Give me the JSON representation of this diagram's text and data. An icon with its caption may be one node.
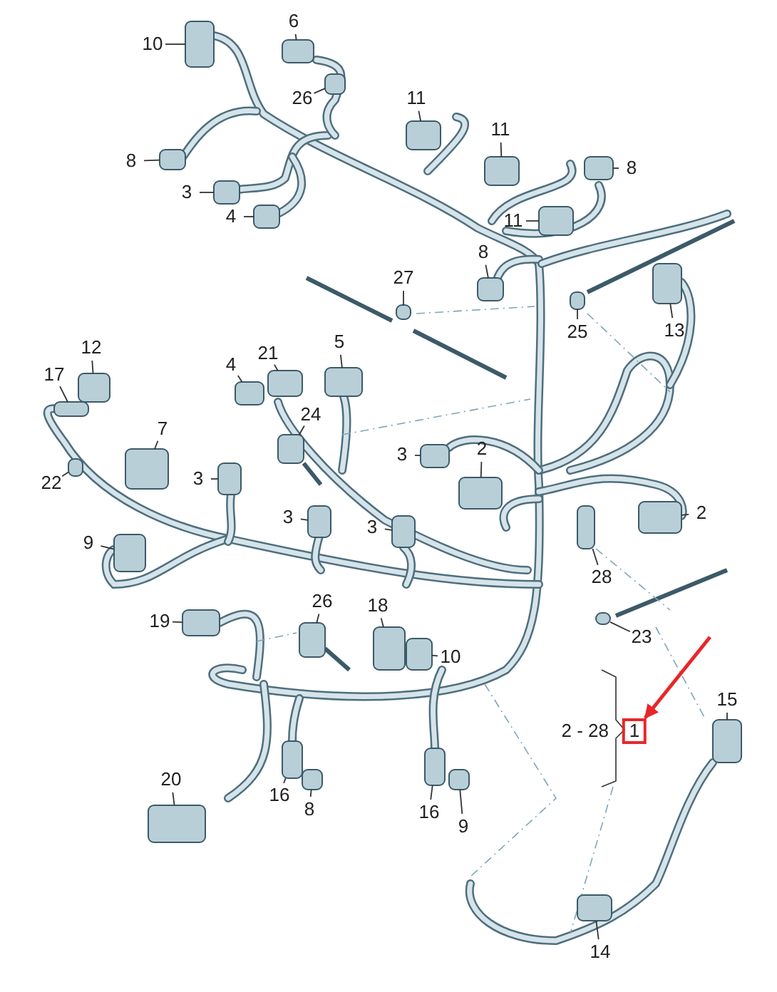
{
  "diagram": {
    "nodes": [
      {
        "text": [
          "10"
        ]
      },
      {
        "text": [
          "6"
        ]
      },
      {
        "text": [
          "26"
        ]
      },
      {
        "text": [
          "11"
        ]
      },
      {
        "text": [
          "8"
        ]
      },
      {
        "text": [
          "11"
        ]
      },
      {
        "text": [
          "8"
        ]
      },
      {
        "text": [
          "3"
        ]
      },
      {
        "text": [
          "4"
        ]
      },
      {
        "text": [
          "11"
        ]
      },
      {
        "text": [
          "8"
        ]
      },
      {
        "text": [
          "27"
        ]
      },
      {
        "text": [
          "25"
        ]
      },
      {
        "text": [
          "13"
        ]
      },
      {
        "text": [
          "12"
        ]
      },
      {
        "text": [
          "17"
        ]
      },
      {
        "text": [
          "4"
        ]
      },
      {
        "text": [
          "21"
        ]
      },
      {
        "text": [
          "5"
        ]
      },
      {
        "text": [
          "7"
        ]
      },
      {
        "text": [
          "24"
        ]
      },
      {
        "text": [
          "22"
        ]
      },
      {
        "text": [
          "3"
        ]
      },
      {
        "text": [
          "3"
        ]
      },
      {
        "text": [
          "2"
        ]
      },
      {
        "text": [
          "2"
        ]
      },
      {
        "text": [
          "3"
        ]
      },
      {
        "text": [
          "3"
        ]
      },
      {
        "text": [
          "9"
        ]
      },
      {
        "text": [
          "28"
        ]
      },
      {
        "text": [
          "19"
        ]
      },
      {
        "text": [
          "26"
        ]
      },
      {
        "text": [
          "18"
        ]
      },
      {
        "text": [
          "23"
        ]
      },
      {
        "text": [
          "10"
        ]
      },
      {
        "text": [
          "1"
        ],
        "beside": [
          "2 - 28"
        ]
      },
      {
        "text": [
          "15"
        ]
      },
      {
        "text": [
          "20"
        ]
      },
      {
        "text": [
          "16"
        ]
      },
      {
        "text": [
          "8"
        ]
      },
      {
        "text": [
          "16"
        ]
      },
      {
        "text": [
          "9"
        ]
      },
      {
        "text": [
          "14"
        ]
      },
      {
        "text": [],
        "shape": "box"
      },
      {
        "text": [],
        "shape": "box"
      },
      {
        "text": [],
        "shape": "box"
      },
      {
        "text": [],
        "shape": "box"
      },
      {
        "text": [],
        "shape": "box"
      },
      {
        "text": [],
        "shape": "box"
      },
      {
        "text": [],
        "shape": "box"
      },
      {
        "text": [],
        "shape": "box"
      },
      {
        "text": [],
        "shape": "box"
      },
      {
        "text": [],
        "shape": "box"
      },
      {
        "text": [],
        "shape": "box"
      },
      {
        "text": [],
        "shape": "box"
      },
      {
        "text": [],
        "shape": "box"
      },
      {
        "text": [],
        "shape": "box"
      },
      {
        "text": [],
        "shape": "box"
      },
      {
        "text": [],
        "shape": "box"
      },
      {
        "text": [],
        "shape": "box"
      },
      {
        "text": [],
        "shape": "box"
      },
      {
        "text": [],
        "shape": "box"
      },
      {
        "text": [],
        "shape": "box"
      },
      {
        "text": [],
        "shape": "box"
      },
      {
        "text": [],
        "shape": "box"
      },
      {
        "text": [],
        "shape": "box"
      },
      {
        "text": [],
        "shape": "box"
      },
      {
        "text": [],
        "shape": "box"
      },
      {
        "text": [],
        "shape": "box"
      },
      {
        "text": [],
        "shape": "box"
      },
      {
        "text": [],
        "shape": "box"
      },
      {
        "text": [],
        "shape": "box"
      },
      {
        "text": [],
        "shape": "box"
      },
      {
        "text": [],
        "shape": "box"
      },
      {
        "text": [],
        "shape": "box"
      },
      {
        "text": [],
        "shape": "box"
      },
      {
        "text": [],
        "shape": "box"
      },
      {
        "text": [],
        "shape": "box"
      },
      {
        "text": [],
        "shape": "box"
      },
      {
        "text": [],
        "shape": "box"
      },
      {
        "text": [],
        "shape": "box"
      },
      {
        "text": [],
        "shape": "box"
      },
      {
        "text": [],
        "shape": "box"
      },
      {
        "text": [],
        "shape": "box"
      },
      {
        "text": [],
        "shape": "box"
      }
    ],
    "edges": [
      {
        "from": 0,
        "to": 43,
        "arrow": "none"
      },
      {
        "from": 1,
        "to": 44,
        "arrow": "none"
      },
      {
        "from": 2,
        "to": 45,
        "arrow": "none"
      },
      {
        "from": 3,
        "to": 46,
        "arrow": "none"
      },
      {
        "from": 4,
        "to": 47,
        "arrow": "none"
      },
      {
        "from": 5,
        "to": 48,
        "arrow": "none"
      },
      {
        "from": 6,
        "to": 49,
        "arrow": "none"
      },
      {
        "from": 7,
        "to": 50,
        "arrow": "none"
      },
      {
        "from": 8,
        "to": 51,
        "arrow": "none"
      },
      {
        "from": 9,
        "to": 52,
        "arrow": "none"
      },
      {
        "from": 10,
        "to": 53,
        "arrow": "none"
      },
      {
        "from": 11,
        "to": 54,
        "arrow": "none"
      },
      {
        "from": 12,
        "to": 55,
        "arrow": "none"
      },
      {
        "from": 13,
        "to": 56,
        "arrow": "none"
      },
      {
        "from": 14,
        "to": 57,
        "arrow": "none"
      },
      {
        "from": 15,
        "to": 58,
        "arrow": "none"
      },
      {
        "from": 16,
        "to": 59,
        "arrow": "none"
      },
      {
        "from": 17,
        "to": 60,
        "arrow": "none"
      },
      {
        "from": 18,
        "to": 61,
        "arrow": "none"
      },
      {
        "from": 19,
        "to": 62,
        "arrow": "none"
      },
      {
        "from": 20,
        "to": 63,
        "arrow": "none"
      },
      {
        "from": 21,
        "to": 64,
        "arrow": "none"
      },
      {
        "from": 22,
        "to": 65,
        "arrow": "none"
      },
      {
        "from": 23,
        "to": 66,
        "arrow": "none"
      },
      {
        "from": 24,
        "to": 67,
        "arrow": "none"
      },
      {
        "from": 25,
        "to": 68,
        "arrow": "none"
      },
      {
        "from": 26,
        "to": 69,
        "arrow": "none"
      },
      {
        "from": 27,
        "to": 70,
        "arrow": "none"
      },
      {
        "from": 28,
        "to": 71,
        "arrow": "none"
      },
      {
        "from": 29,
        "to": 72,
        "arrow": "none"
      },
      {
        "from": 30,
        "to": 73,
        "arrow": "none"
      },
      {
        "from": 31,
        "to": 74,
        "arrow": "none"
      },
      {
        "from": 32,
        "to": 75,
        "arrow": "none"
      },
      {
        "from": 33,
        "to": 76,
        "arrow": "none"
      },
      {
        "from": 34,
        "to": 77,
        "arrow": "none"
      },
      {
        "from": null,
        "to": 35,
        "arrow": "to",
        "style": "thick",
        "color": "#e8262a"
      },
      {
        "from": 36,
        "to": 78,
        "arrow": "none"
      },
      {
        "from": 37,
        "to": 79,
        "arrow": "none"
      },
      {
        "from": 38,
        "to": 80,
        "arrow": "none"
      },
      {
        "from": 39,
        "to": 81,
        "arrow": "none"
      },
      {
        "from": 40,
        "to": 82,
        "arrow": "none"
      },
      {
        "from": 41,
        "to": 83,
        "arrow": "none"
      },
      {
        "from": 42,
        "to": 84,
        "arrow": "none"
      }
    ]
  }
}
